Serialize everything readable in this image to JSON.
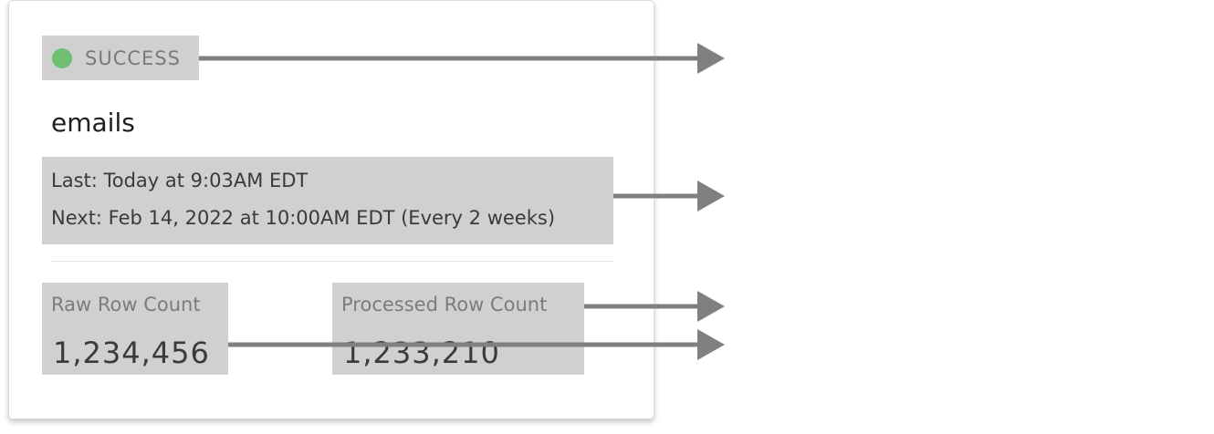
{
  "status": {
    "label": "SUCCESS",
    "color": "#6fbf73",
    "icon": "status-dot-icon"
  },
  "job": {
    "name": "emails"
  },
  "schedule": {
    "last": "Last: Today at 9:03AM EDT",
    "next": "Next: Feb 14, 2022 at 10:00AM EDT (Every 2 weeks)"
  },
  "counts": {
    "raw_label": "Raw Row Count",
    "raw_value": "1,234,456",
    "processed_label": "Processed Row Count",
    "processed_value": "1,233,210"
  },
  "colors": {
    "highlight": "#d0d0d0",
    "arrow": "#808080"
  }
}
